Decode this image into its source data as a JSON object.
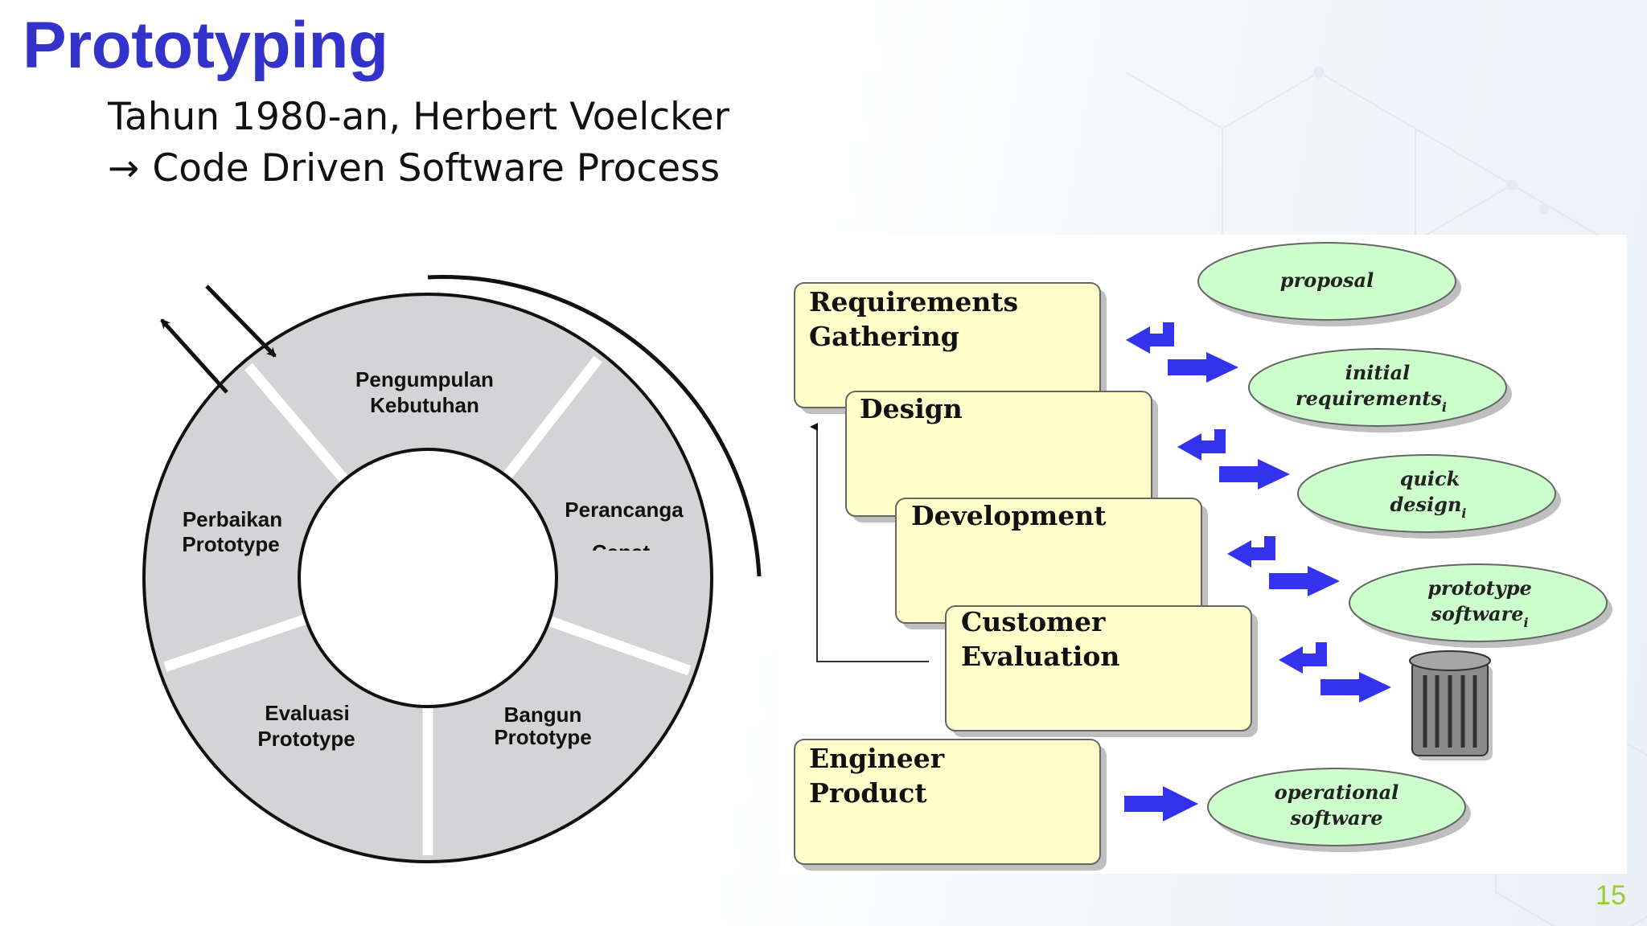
{
  "slide": {
    "title": "Prototyping",
    "subtitle_line1": "Tahun 1980-an, Herbert Voelcker",
    "subtitle_arrow": "→",
    "subtitle_line2": "Code Driven Software Process",
    "page_number": "15"
  },
  "cycle": {
    "segments": {
      "top": [
        "Pengumpulan",
        "Kebutuhan"
      ],
      "right": [
        "Perancanga",
        "Cepat"
      ],
      "bottom_right": [
        "Bangun",
        "Prototype"
      ],
      "bottom_left": [
        "Evaluasi",
        "Prototype"
      ],
      "left": [
        "Perbaikan",
        "Prototype"
      ]
    }
  },
  "flow": {
    "stages": {
      "requirements": [
        "Requirements",
        "Gathering"
      ],
      "design": [
        "Design"
      ],
      "development": [
        "Development"
      ],
      "evaluation": [
        "Customer",
        "Evaluation"
      ],
      "engineer": [
        "Engineer",
        "Product"
      ]
    },
    "artifacts": {
      "proposal": [
        "proposal"
      ],
      "initial_requirements": [
        "initial",
        "requirements",
        "i"
      ],
      "quick_design": [
        "quick",
        "design",
        "i"
      ],
      "prototype_software": [
        "prototype",
        "software",
        "i"
      ],
      "operational_software": [
        "operational",
        "software"
      ]
    },
    "colors": {
      "stage_fill": "#ffffcc",
      "oval_fill": "#ccffcc",
      "arrow": "#3333ee",
      "cycle_fill": "#d3d3d6",
      "title": "#3333cc"
    }
  }
}
